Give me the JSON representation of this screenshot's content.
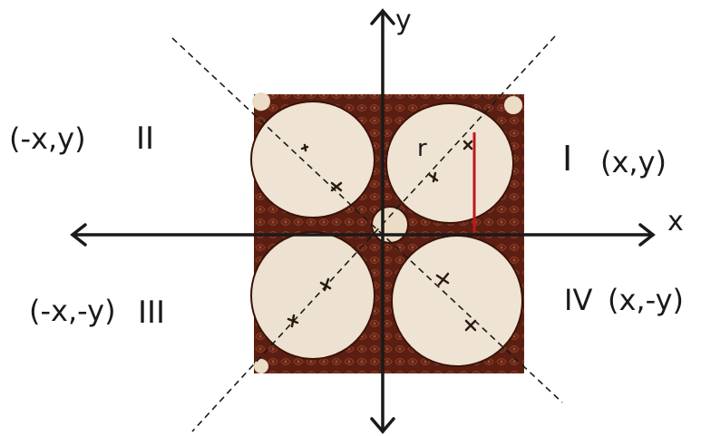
{
  "axes": {
    "x_label": "x",
    "y_label": "y"
  },
  "quadrants": {
    "q1": {
      "numeral": "I",
      "coords": "(x,y)"
    },
    "q2": {
      "numeral": "II",
      "coords": "(-x,y)"
    },
    "q3": {
      "numeral": "III",
      "coords": "(-x,-y)"
    },
    "q4": {
      "numeral": "IV",
      "coords": "(x,-y)"
    }
  },
  "radius_label": "r",
  "colors": {
    "ink": "#1a1a1a",
    "radius_line": "#c0181b",
    "fabric_dark": "#5a1f12",
    "fabric_mid": "#7a3020",
    "circle_fill": "#efe4d4"
  }
}
